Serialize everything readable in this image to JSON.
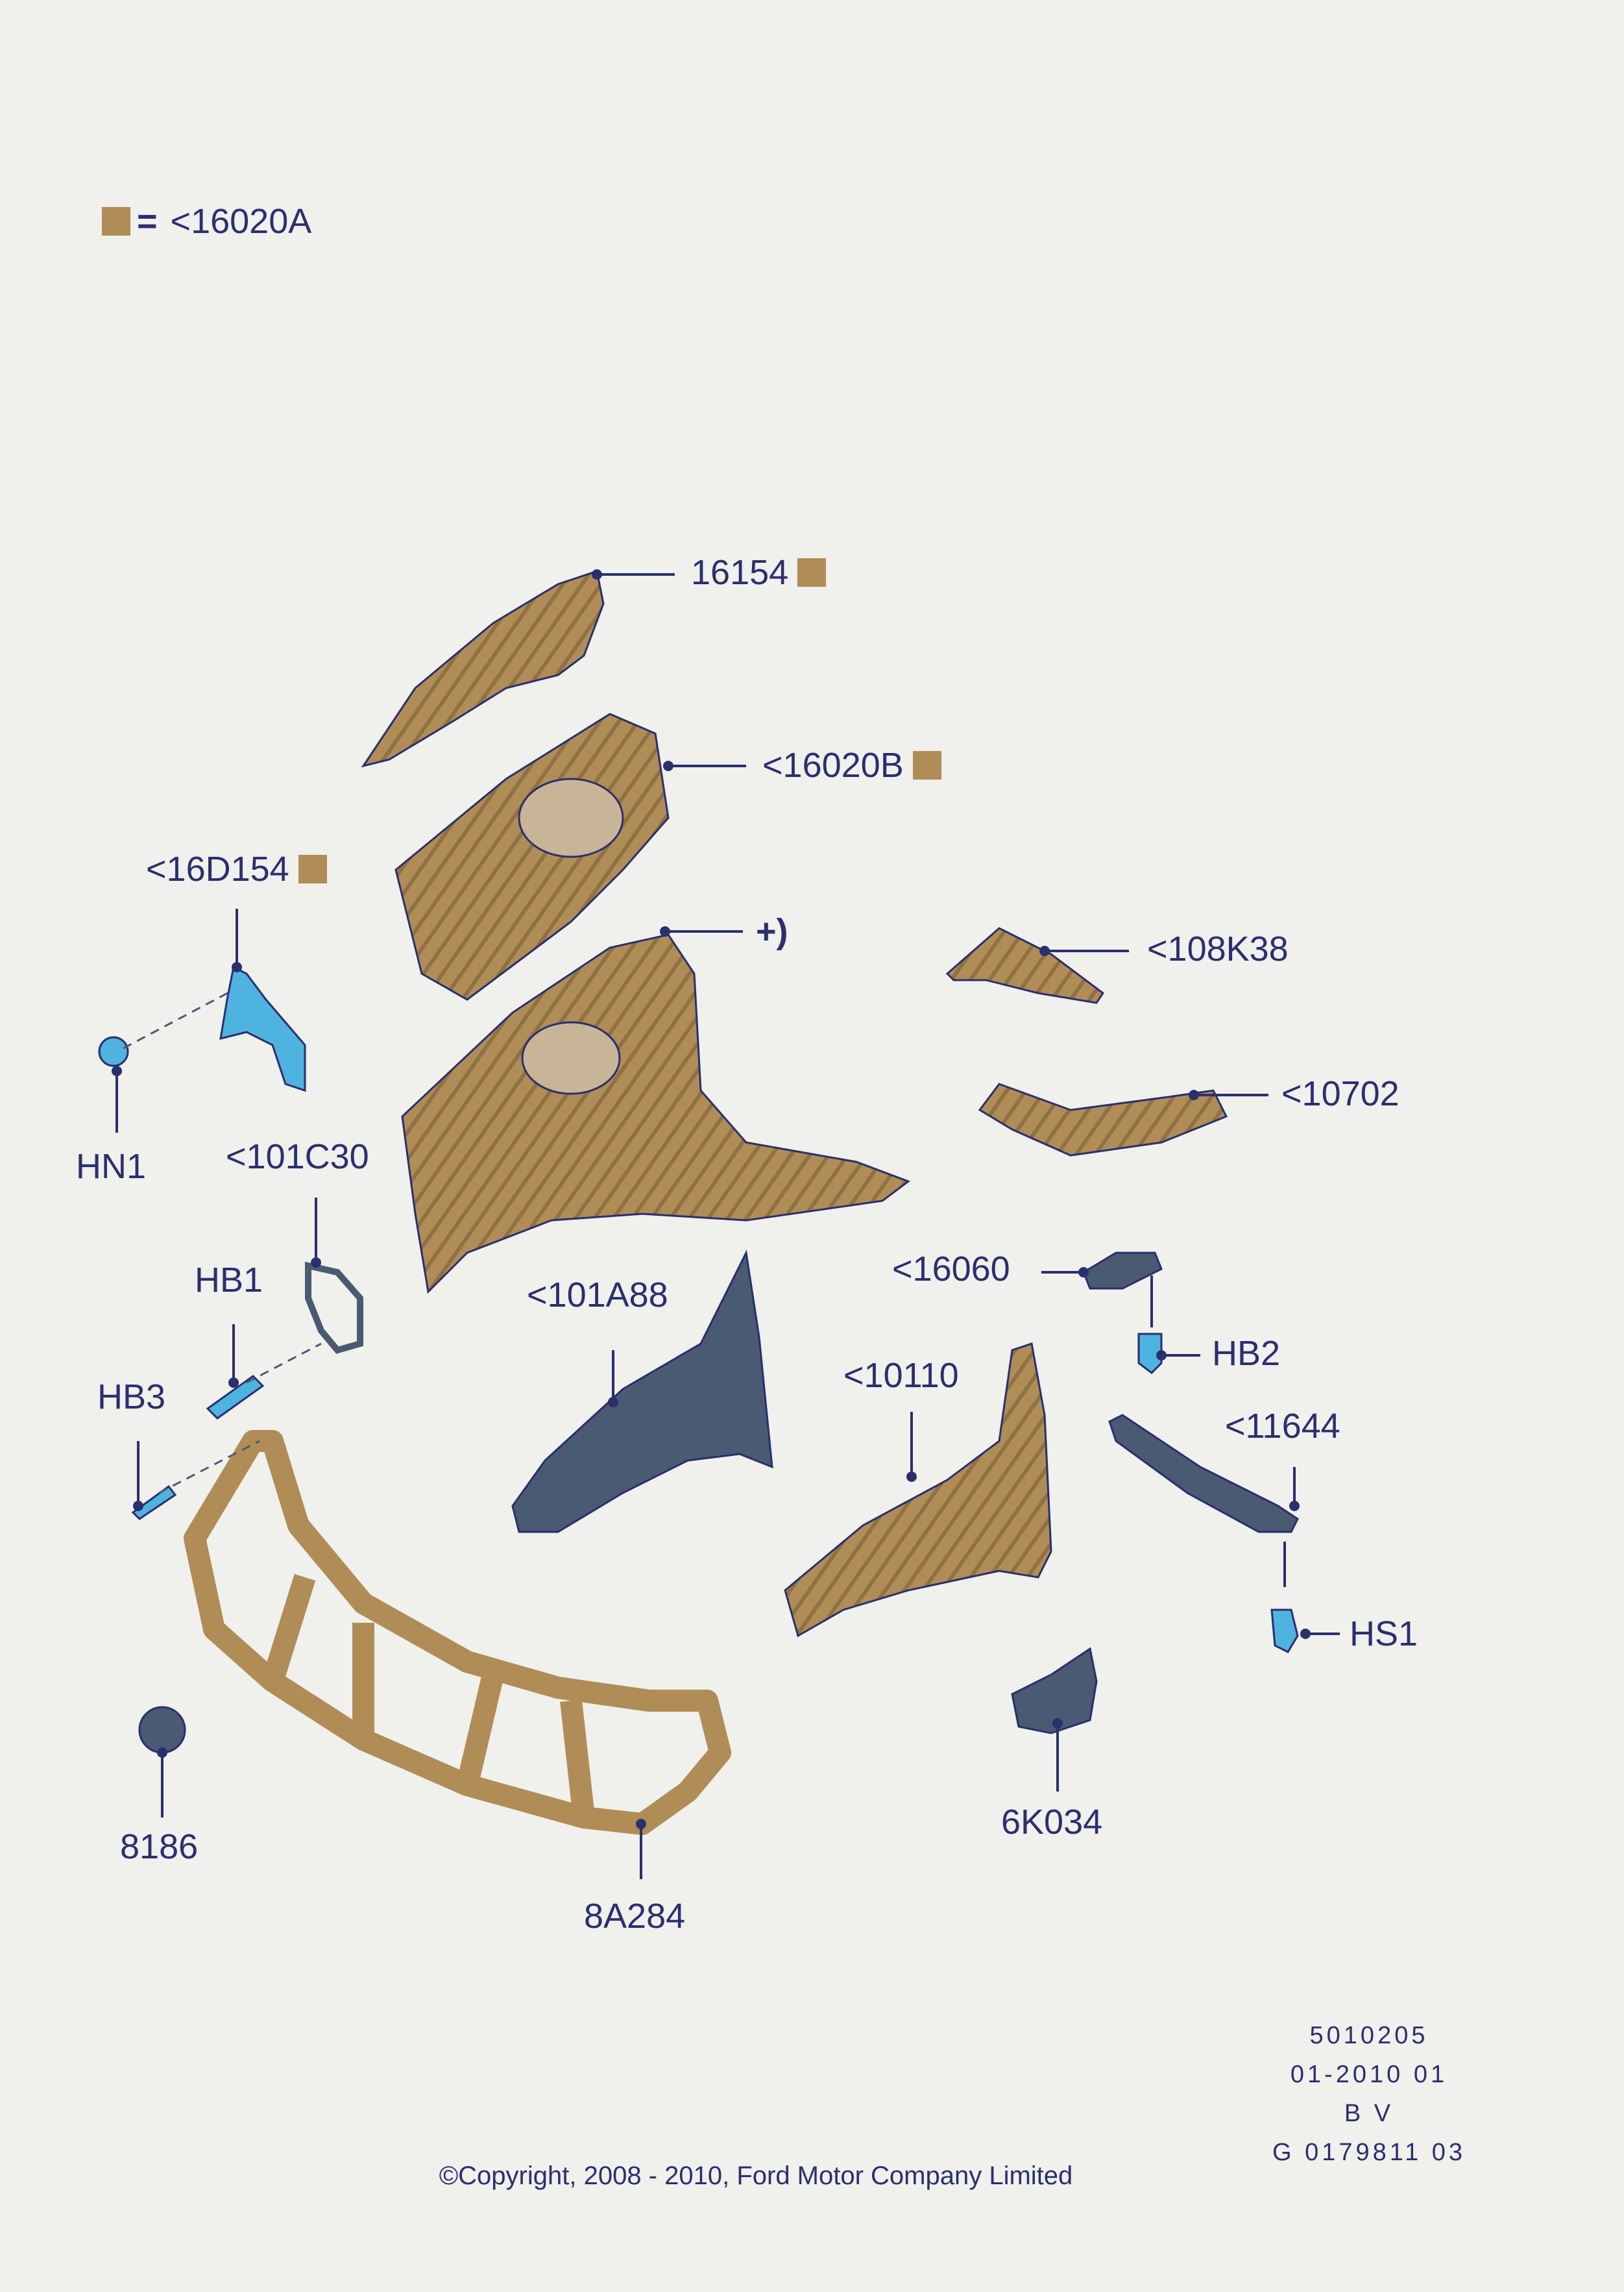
{
  "legend": {
    "symbol": "=",
    "label": "<16020A",
    "swatch_color": "#b08d57"
  },
  "callouts": {
    "c16154": "16154",
    "c16020B": "<16020B",
    "c16D154": "<16D154",
    "plus": "+)",
    "c108K38": "<108K38",
    "c10702": "<10702",
    "HN1": "HN1",
    "c101C30": "<101C30",
    "HB1": "HB1",
    "c101A88": "<101A88",
    "c16060": "<16060",
    "HB2": "HB2",
    "HB3": "HB3",
    "c10110": "<10110",
    "c11644": "<11644",
    "HS1": "HS1",
    "c8186": "8186",
    "c8A284": "8A284",
    "c6K034": "6K034"
  },
  "meta": {
    "line1": "5010205",
    "line2": "01-2010 01",
    "line3": "B V",
    "line4": "G 0179811 03"
  },
  "copyright": "©Copyright, 2008 - 2010, Ford Motor Company Limited",
  "colors": {
    "tan_part": "#b08d57",
    "navy": "#2a2f6e",
    "slate_part": "#4a5a73",
    "cyan_fastener": "#4fb3e0",
    "background": "#f0f0ec"
  }
}
